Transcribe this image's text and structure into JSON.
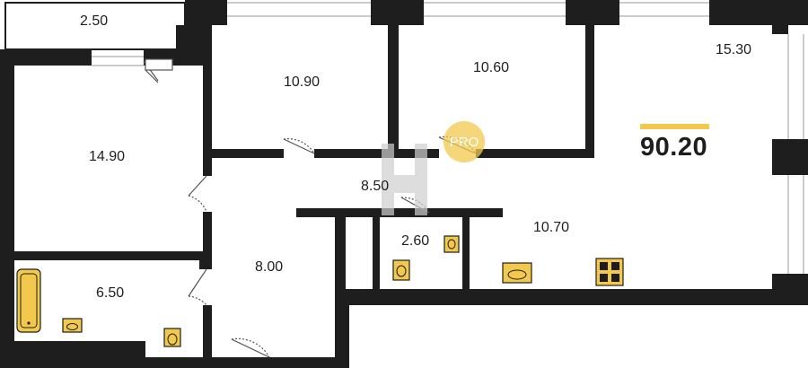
{
  "plan": {
    "total_area": "90.20",
    "accent_color": "#f2c94c",
    "wall_color": "#1e1e1e",
    "watermark": {
      "badge_text": "PRO",
      "badge_color": "#f2c94c",
      "logo_color": "#cfcfcf"
    },
    "rooms": [
      {
        "id": "balcony",
        "area": "2.50"
      },
      {
        "id": "bedroom-1",
        "area": "10.90"
      },
      {
        "id": "bedroom-2",
        "area": "10.60"
      },
      {
        "id": "living-room",
        "area": "15.30"
      },
      {
        "id": "bedroom-3",
        "area": "14.90"
      },
      {
        "id": "corridor",
        "area": "8.50"
      },
      {
        "id": "hall",
        "area": "8.00"
      },
      {
        "id": "toilet",
        "area": "2.60"
      },
      {
        "id": "kitchen",
        "area": "10.70"
      },
      {
        "id": "bathroom",
        "area": "6.50"
      }
    ],
    "fixtures": [
      "bathtub-icon",
      "sink-icon",
      "toilet-icon",
      "kitchen-sink-icon",
      "stove-icon"
    ]
  }
}
